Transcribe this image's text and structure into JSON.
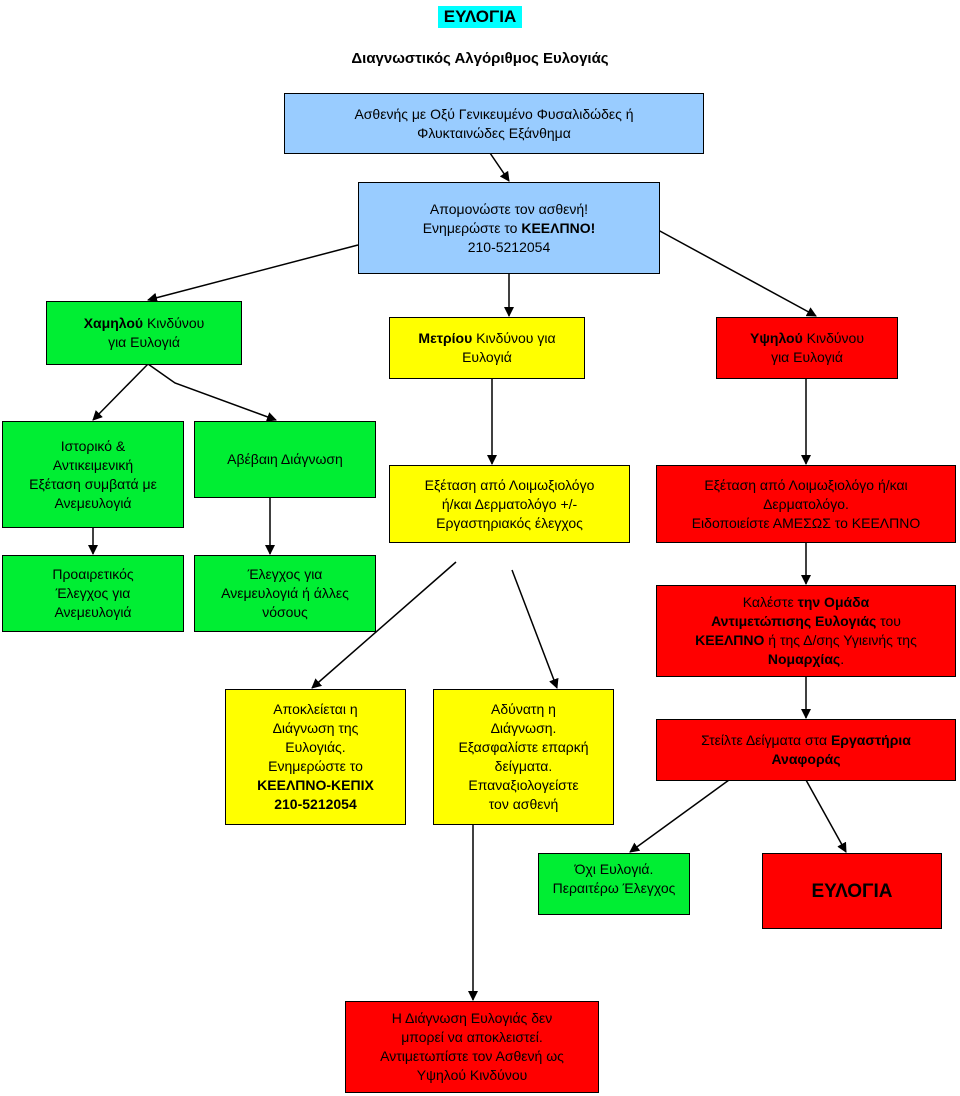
{
  "title": "ΕΥΛΟΓΙΑ",
  "subtitle": "Διαγνωστικός Αλγόριθμος Ευλογιάς",
  "nodes": {
    "start": {
      "line1": "Ασθενής με Οξύ Γενικευμένο Φυσαλιδώδες ή",
      "line2": "Φλυκταινώδες Εξάνθημα"
    },
    "isolate": {
      "line1": "Απομονώστε τον ασθενή!",
      "line2_pre": "Ενημερώστε το ",
      "line2_bold": "ΚΕΕΛΠΝΟ!",
      "line3": "210-5212054"
    },
    "low_risk": {
      "bold": "Χαμηλού",
      "rest": " Κινδύνου",
      "line2": "για Ευλογιά"
    },
    "medium_risk": {
      "bold": "Μετρίου",
      "rest": " Κινδύνου για",
      "line2": "Ευλογιά"
    },
    "high_risk": {
      "bold": "Υψηλού",
      "rest": " Κινδύνου",
      "line2": "για Ευλογιά"
    },
    "history_compatible": {
      "line1": "Ιστορικό &",
      "line2": "Αντικειμενική",
      "line3": "Εξέταση συμβατά με",
      "line4": "Ανεμευλογιά"
    },
    "uncertain_diagnosis": {
      "line1": "Αβέβαιη Διάγνωση"
    },
    "exam_medium": {
      "line1": "Εξέταση από Λοιμωξιολόγο",
      "line2": "ή/και Δερματολόγο +/-",
      "line3": "Εργαστηριακός έλεγχος"
    },
    "exam_high": {
      "line1": "Εξέταση από Λοιμωξιολόγο ή/και",
      "line2": "Δερματολόγο.",
      "line3": "Ειδοποιείστε ΑΜΕΣΩΣ το ΚΕΕΛΠΝΟ"
    },
    "optional_test": {
      "line1": "Προαιρετικός",
      "line2": "Έλεγχος για",
      "line3": "Ανεμευλογιά"
    },
    "test_other": {
      "line1": "Έλεγχος για",
      "line2": "Ανεμευλογιά ή άλλες",
      "line3": "νόσους"
    },
    "call_team": {
      "pre": "Καλέστε ",
      "b1": "την Ομάδα",
      "b2": "Αντιμετώπισης Ευλογιάς",
      "mid": " του",
      "b3": "ΚΕΕΛΠΝΟ",
      "post": " ή της Δ/σης Υγιεινής της",
      "b4": "Νομαρχίας",
      "end": "."
    },
    "excluded": {
      "line1": "Αποκλείεται η",
      "line2": "Διάγνωση της",
      "line3": "Ευλογιάς.",
      "line4": "Ενημερώστε το",
      "line5": "ΚΕΕΛΠΝΟ-ΚΕΠΙΧ",
      "line6": "210-5212054"
    },
    "impossible": {
      "line1": "Αδύνατη η",
      "line2": "Διάγνωση.",
      "line3": "Εξασφαλίστε επαρκή",
      "line4": "δείγματα.",
      "line5": "Επαναξιολογείστε",
      "line6": "τον ασθενή"
    },
    "send_samples": {
      "pre": "Στείλτε Δείγματα στα ",
      "b1": "Εργαστήρια",
      "b2": "Αναφοράς"
    },
    "not_smallpox": {
      "line1": "Όχι Ευλογιά.",
      "line2": "Περαιτέρω Έλεγχος"
    },
    "smallpox": {
      "line1": "ΕΥΛΟΓΙΑ"
    },
    "cannot_exclude": {
      "line1": "Η Διάγνωση Ευλογιάς δεν",
      "line2": "μπορεί να αποκλειστεί.",
      "line3": "Αντιμετωπίστε τον Ασθενή ως",
      "line4": "Υψηλού Κινδύνου"
    }
  },
  "colors": {
    "blue": "#99ccff",
    "green": "#00ee33",
    "yellow": "#ffff00",
    "red": "#ff0000",
    "title_bg": "#00ffff"
  }
}
